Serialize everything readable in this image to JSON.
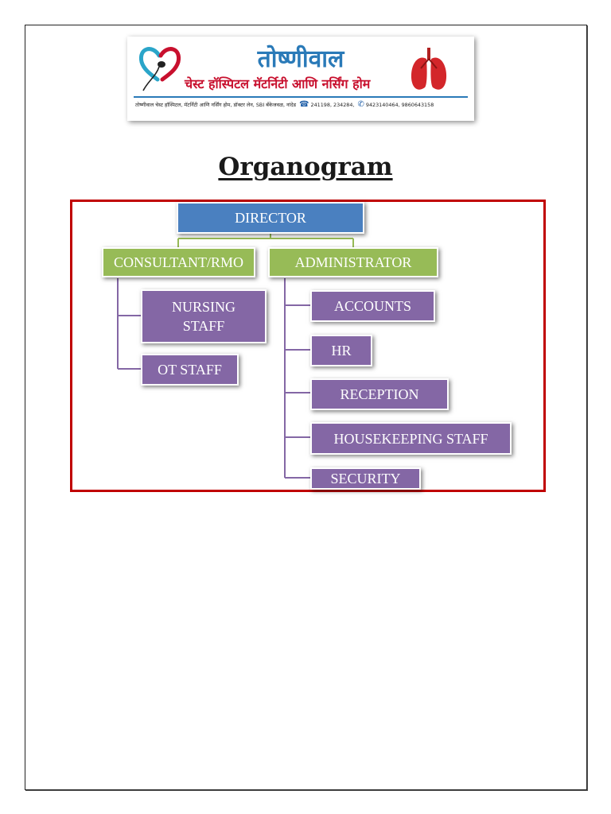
{
  "logo": {
    "title": "तोष्णीवाल",
    "subtitle": "चेस्ट हॉस्पिटल मॅटर्निटी आणि नर्सिंग होम",
    "address": "तोष्णीवाल चेस्ट हॉस्पिटल, मॅटर्निटी आणि नर्सिंग होम, डॉक्टर लेन, SBI बँकेजवळ, नांदेड",
    "phone_landline": "241198, 234284,",
    "phone_mobile": "9423140464, 9860643158",
    "colors": {
      "title": "#2a7ab8",
      "subtitle": "#c8102e"
    },
    "icons": [
      "heart-logo-icon",
      "lungs-icon",
      "telephone-icon",
      "mobile-phone-icon"
    ]
  },
  "page_title": "Organogram",
  "organogram": {
    "root": "DIRECTOR",
    "branches": [
      {
        "label": "CONSULTANT/RMO",
        "children": [
          "NURSING STAFF",
          "OT STAFF"
        ]
      },
      {
        "label": "ADMINISTRATOR",
        "children": [
          "ACCOUNTS",
          "HR",
          "RECEPTION",
          "HOUSEKEEPING STAFF",
          "SECURITY"
        ]
      }
    ],
    "colors": {
      "root": "#4a80c0",
      "branch": "#97bb57",
      "leaf": "#8467a5",
      "frame": "#c00000"
    }
  }
}
